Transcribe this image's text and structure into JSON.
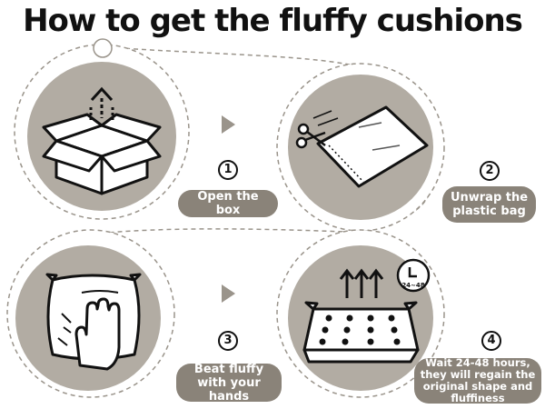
{
  "title": "How to get the fluffy cushions",
  "steps": [
    {
      "number": "1",
      "label": "Open the box",
      "icon": "open-box-icon"
    },
    {
      "number": "2",
      "label": "Unwrap the plastic bag",
      "icon": "scissors-bag-icon"
    },
    {
      "number": "3",
      "label": "Beat fluffy with your hands",
      "icon": "hand-cushion-icon"
    },
    {
      "number": "4",
      "label": "Wait 24-48 hours, they will regain the original shape and fluffiness",
      "icon": "rising-cushion-icon"
    }
  ],
  "clock_label": "24~48",
  "colors": {
    "circle": "#b2aca3",
    "pill": "#8a8379",
    "ink": "#111111",
    "arrow": "#9a948b"
  }
}
